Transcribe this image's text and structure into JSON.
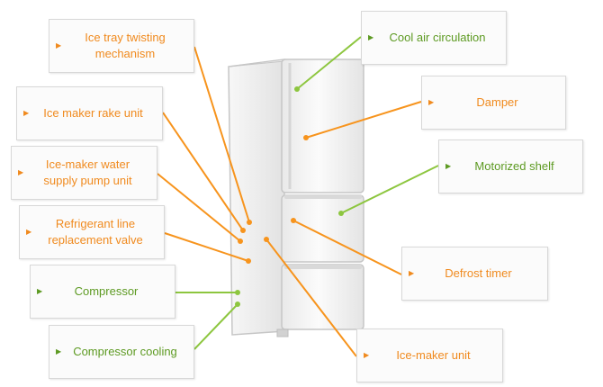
{
  "colors": {
    "orange": "#f7941d",
    "green": "#8dc63f",
    "orange_text": "#f08a1e",
    "green_text": "#5d9a22",
    "fridge_outline": "#c9c9c9",
    "fridge_body": "#f1f1f1"
  },
  "arrow_glyph": "▶",
  "labels": [
    {
      "id": "ice-tray-twisting-mechanism",
      "text": "Ice tray twisting\nmechanism",
      "color": "orange"
    },
    {
      "id": "ice-maker-rake-unit",
      "text": "Ice maker rake unit",
      "color": "orange"
    },
    {
      "id": "ice-maker-water-supply-pump-unit",
      "text": "Ice-maker water\nsupply pump unit",
      "color": "orange"
    },
    {
      "id": "refrigerant-line-replacement-valve",
      "text": "Refrigerant line\nreplacement valve",
      "color": "orange"
    },
    {
      "id": "compressor",
      "text": "Compressor",
      "color": "green"
    },
    {
      "id": "compressor-cooling",
      "text": "Compressor cooling",
      "color": "green"
    },
    {
      "id": "cool-air-circulation",
      "text": "Cool air circulation",
      "color": "green"
    },
    {
      "id": "damper",
      "text": "Damper",
      "color": "orange"
    },
    {
      "id": "motorized-shelf",
      "text": "Motorized shelf",
      "color": "green"
    },
    {
      "id": "defrost-timer",
      "text": "Defrost timer",
      "color": "orange"
    },
    {
      "id": "ice-maker-unit",
      "text": "Ice-maker unit",
      "color": "orange"
    }
  ]
}
